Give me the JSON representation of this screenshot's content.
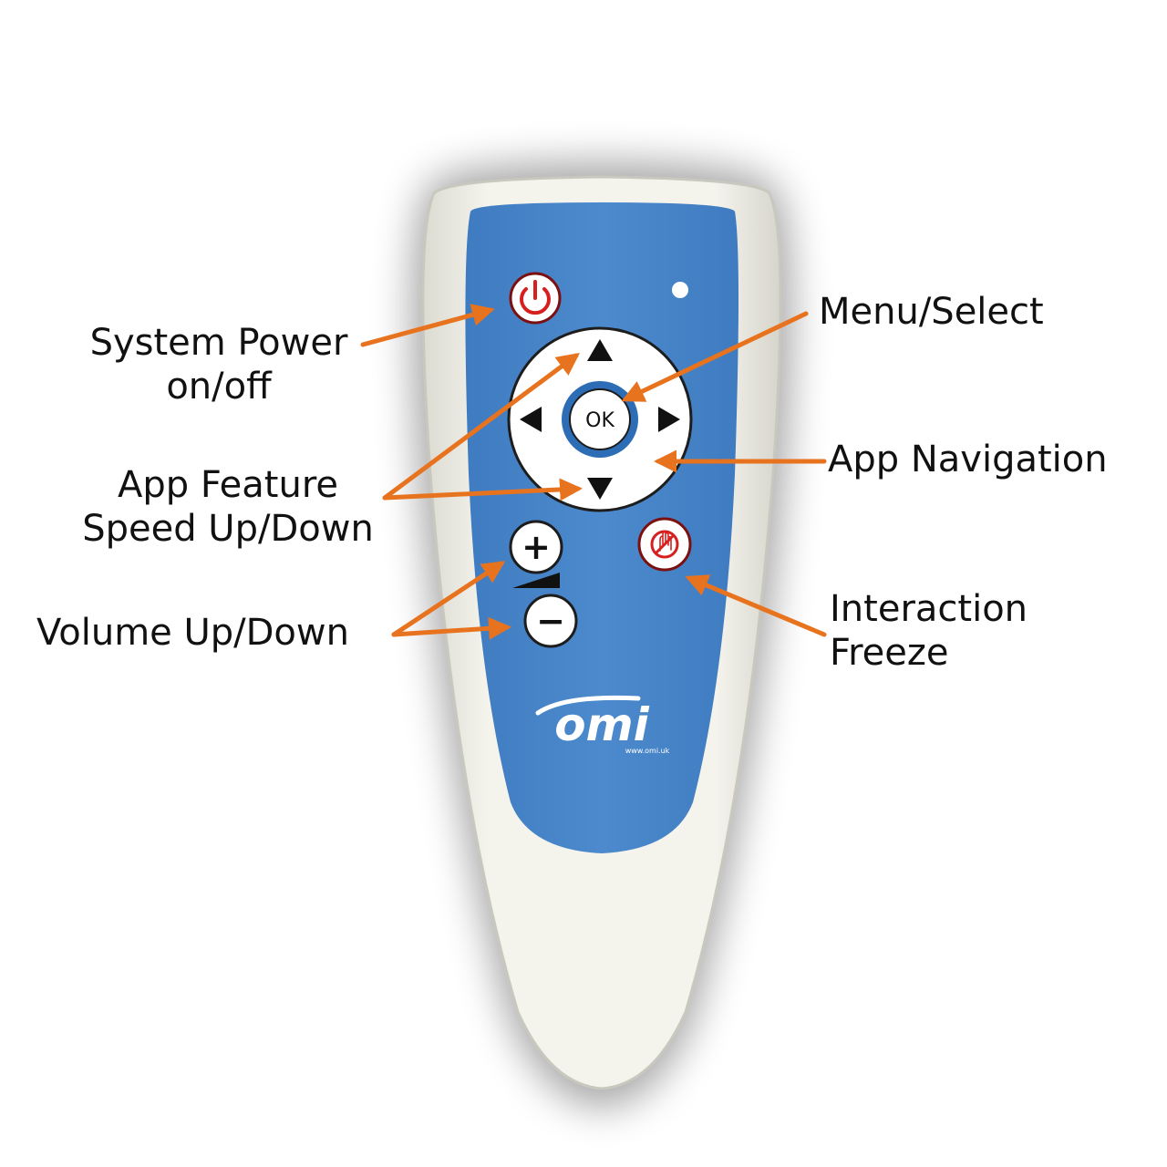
{
  "remote": {
    "ok_label": "OK",
    "plus_symbol": "+",
    "minus_symbol": "−",
    "logo_text": "omi",
    "logo_url": "www.omi.uk",
    "icons": [
      "power-icon",
      "up-arrow-icon",
      "down-arrow-icon",
      "left-arrow-icon",
      "right-arrow-icon",
      "plus-icon",
      "minus-icon",
      "volume-ramp-icon",
      "freeze-hand-icon",
      "indicator-led"
    ]
  },
  "annotations": {
    "power": {
      "line1": "System Power",
      "line2": "on/off"
    },
    "menu": "Menu/Select",
    "navigation": "App Navigation",
    "speed": {
      "line1": "App Feature",
      "line2": "Speed Up/Down"
    },
    "volume": "Volume Up/Down",
    "freeze": {
      "line1": "Interaction",
      "line2": "Freeze"
    }
  },
  "colors": {
    "panel_blue": "#4a86c8",
    "shell": "#f2f1ea",
    "arrow_orange": "#e8731f",
    "power_red": "#d62020",
    "ok_ring": "#2d6db5"
  }
}
